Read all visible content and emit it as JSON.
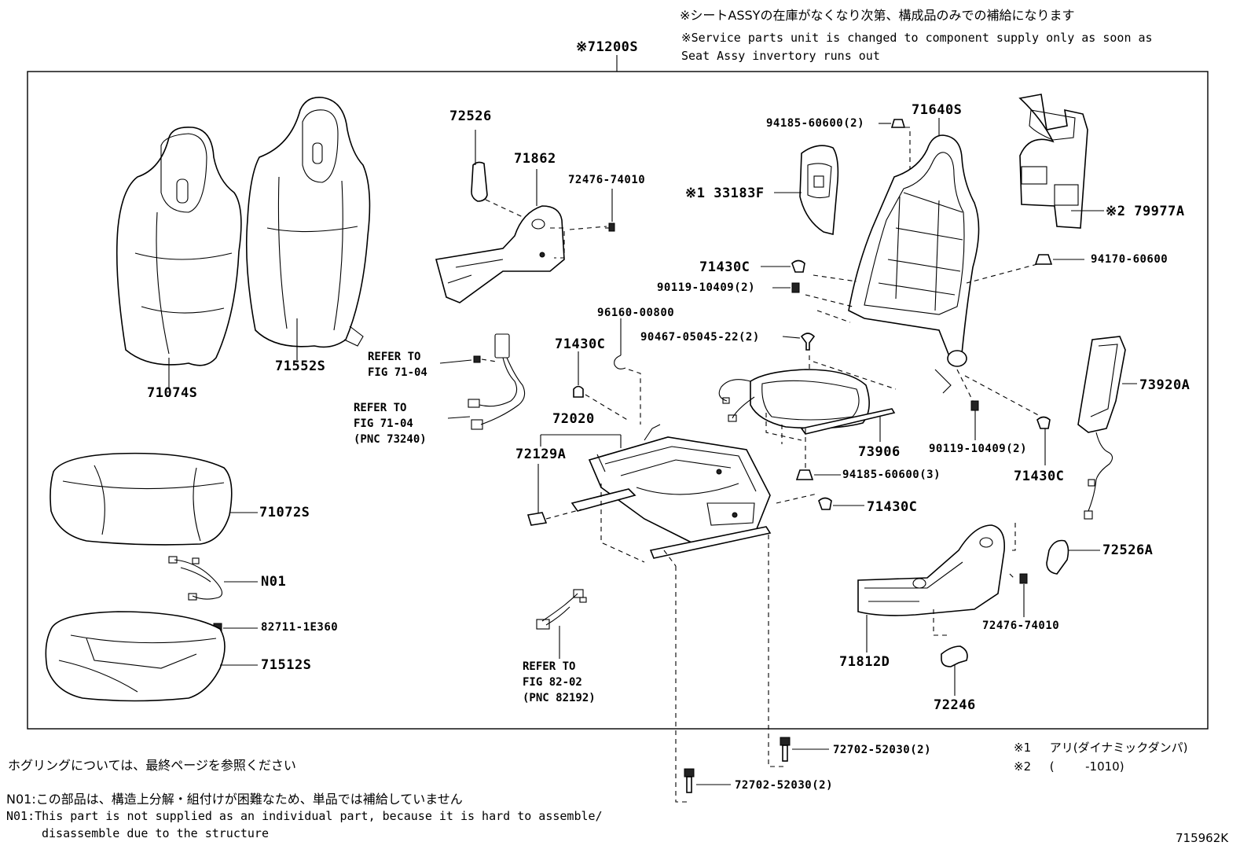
{
  "header": {
    "jp": "※シートASSYの在庫がなくなり次第、構成品のみでの補給になります",
    "en1": "※Service parts unit is changed to component supply only as soon as",
    "en2": "Seat Assy invertory runs out"
  },
  "assembly": "※71200S",
  "parts": {
    "p71074S": "71074S",
    "p71552S": "71552S",
    "p71072S": "71072S",
    "pN01": "N01",
    "p82711": "82711-1E360",
    "p71512S": "71512S",
    "p72526": "72526",
    "p71862": "71862",
    "p72476a": "72476-74010",
    "p33183F": "※1 33183F",
    "p94185a": "94185-60600(2)",
    "p71640S": "71640S",
    "p79977A": "※2 79977A",
    "p94170": "94170-60600",
    "p71430Ca": "71430C",
    "p90119a": "90119-10409(2)",
    "p96160": "96160-00800",
    "p90467": "90467-05045-22(2)",
    "p71430Cb": "71430C",
    "p72020": "72020",
    "p72129A": "72129A",
    "p73906": "73906",
    "p90119b": "90119-10409(2)",
    "p73920A": "73920A",
    "p94185b": "94185-60600(3)",
    "p71430Cc": "71430C",
    "p71430Cd": "71430C",
    "p72526A": "72526A",
    "p72476b": "72476-74010",
    "p71812D": "71812D",
    "p72246": "72246",
    "p72702a": "72702-52030(2)",
    "p72702b": "72702-52030(2)"
  },
  "refs": {
    "r1": {
      "l1": "REFER TO",
      "l2": "FIG 71-04"
    },
    "r2": {
      "l1": "REFER TO",
      "l2": "FIG 71-04",
      "l3": "(PNC 73240)"
    },
    "r3": {
      "l1": "REFER TO",
      "l2": "FIG 82-02",
      "l3": "(PNC 82192)"
    }
  },
  "notes": {
    "hog": "ホグリングについては、最終ページを参照ください",
    "n01jp": "N01:この部品は、構造上分解・組付けが困難なため、単品では補給していません",
    "n01en1": "N01:This part is not supplied as an individual part,  because it is hard to assemble/",
    "n01en2": "disassemble due to the structure"
  },
  "footnotes": {
    "f1_mark": "※1",
    "f1_text": "アリ(ダイナミックダンパ)",
    "f2_mark": "※2",
    "f2_open": "(",
    "f2_text": "-1010)"
  },
  "diagram_id": "715962K"
}
